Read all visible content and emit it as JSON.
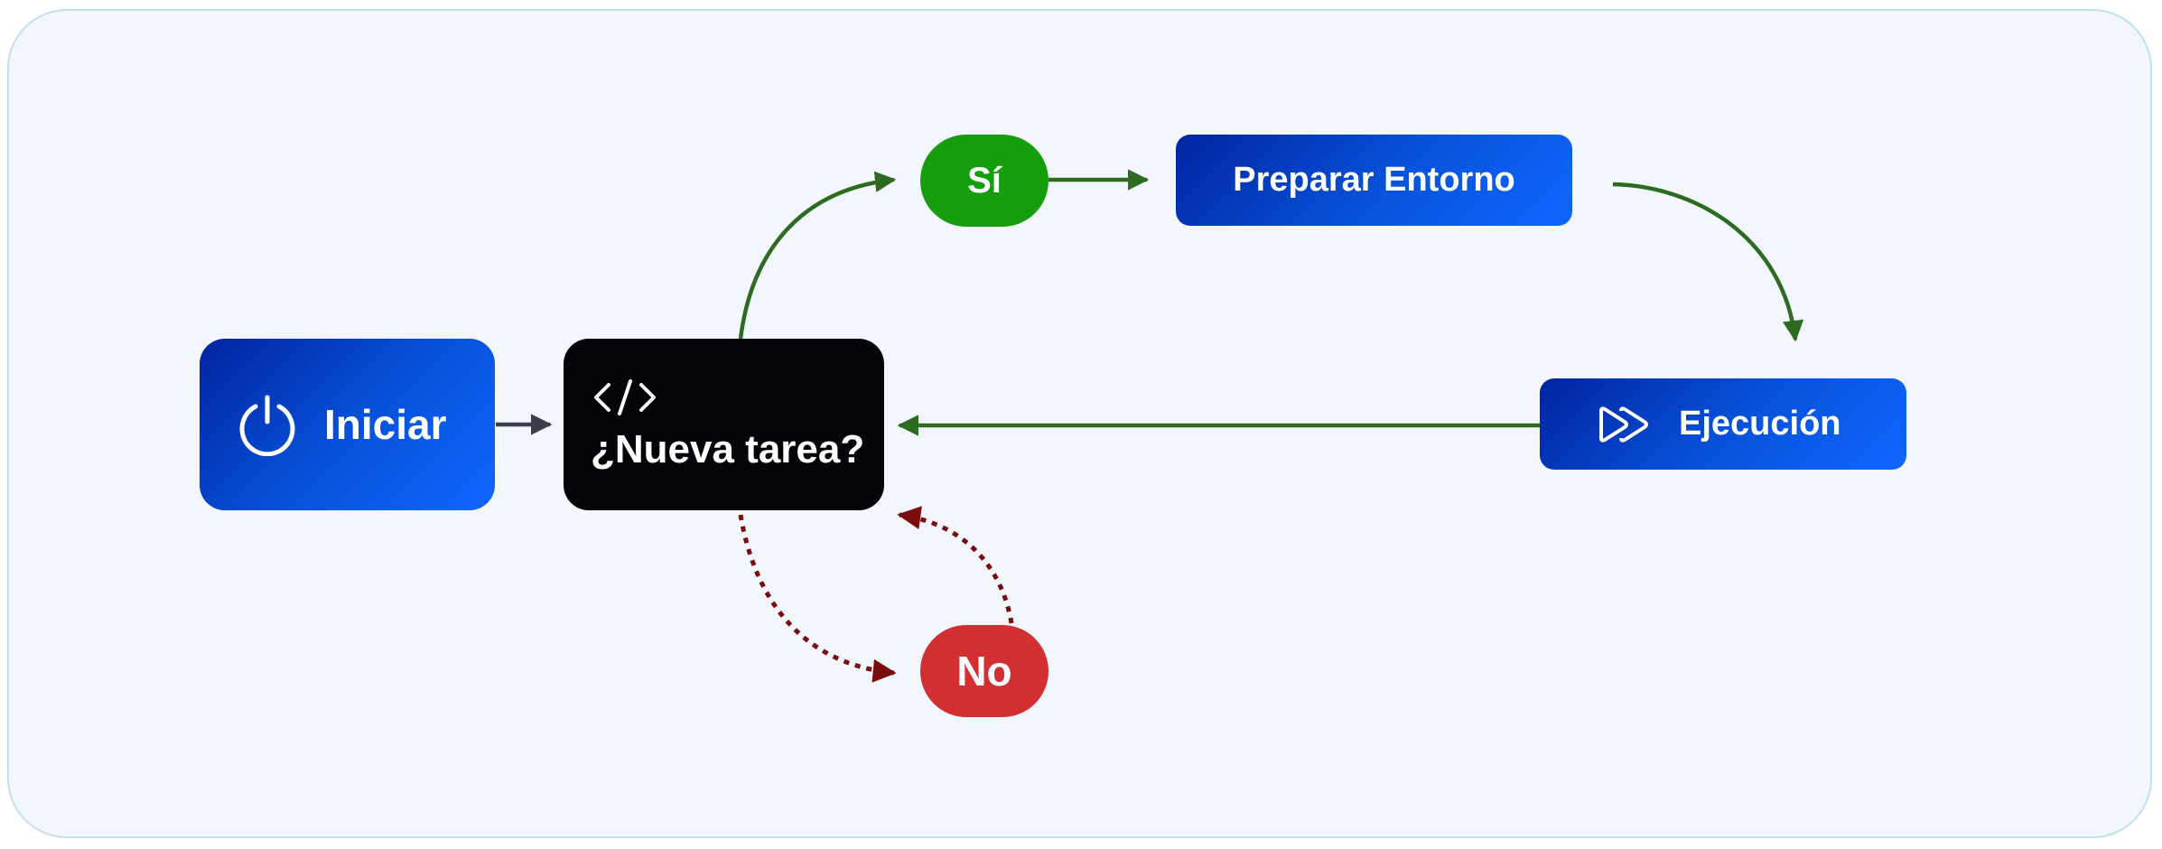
{
  "nodes": {
    "start": {
      "label": "Iniciar",
      "icon": "power-icon"
    },
    "decision": {
      "label": "¿Nueva tarea?",
      "icon": "code-icon"
    },
    "yes": {
      "label": "Sí"
    },
    "no": {
      "label": "No"
    },
    "prepare": {
      "label": "Preparar Entorno"
    },
    "run": {
      "label": "Ejecución",
      "icon": "fast-forward-icon"
    }
  },
  "colors": {
    "frame_background": "#f3f6fc",
    "frame_border": "#bfe0f1",
    "node_blue_dark": "#0224a0",
    "node_blue_light": "#1166ff",
    "decision_node": "#050509",
    "yes_node": "#149e0b",
    "no_node": "#d22f33",
    "flow_arrow": "#2e6b22",
    "no_arrow": "#7a0c0c",
    "start_arrow": "#3b3d4a"
  },
  "edges": [
    {
      "from": "start",
      "to": "decision",
      "style": "solid"
    },
    {
      "from": "decision",
      "to": "yes",
      "style": "solid"
    },
    {
      "from": "yes",
      "to": "prepare",
      "style": "solid"
    },
    {
      "from": "prepare",
      "to": "run",
      "style": "solid"
    },
    {
      "from": "run",
      "to": "decision",
      "style": "solid"
    },
    {
      "from": "decision",
      "to": "no",
      "style": "dotted"
    },
    {
      "from": "no",
      "to": "decision",
      "style": "dotted"
    }
  ]
}
